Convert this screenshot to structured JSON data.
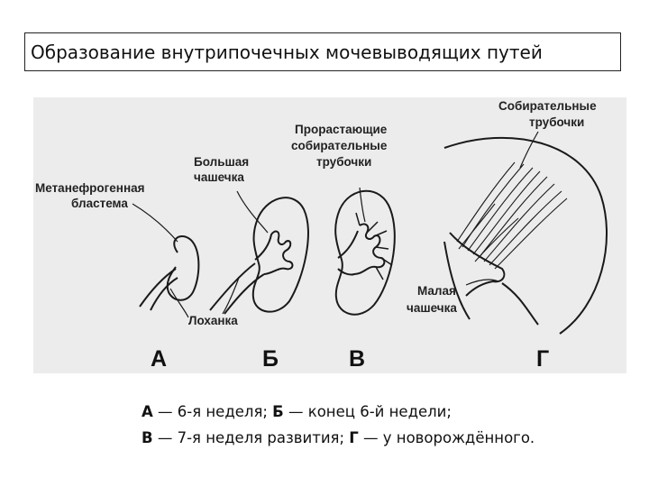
{
  "title": "Образование внутрипочечных мочевыводящих путей",
  "labels": {
    "metanephrogenic_1": "Метанефрогенная",
    "metanephrogenic_2": "бластема",
    "major_calyx_1": "Большая",
    "major_calyx_2": "чашечка",
    "sprouting_1": "Прорастающие",
    "sprouting_2": "собирательные",
    "sprouting_3": "трубочки",
    "collecting_1": "Собирательные",
    "collecting_2": "трубочки",
    "minor_calyx_1": "Малая",
    "minor_calyx_2": "чашечка",
    "pelvis": "Лоханка"
  },
  "stages": [
    "А",
    "Б",
    "В",
    "Г"
  ],
  "caption": {
    "line1": [
      {
        "key": "А",
        "text": " — 6‑я неделя; "
      },
      {
        "key": "Б",
        "text": " — конец 6‑й недели;"
      }
    ],
    "line2": [
      {
        "key": "В",
        "text": " — 7‑я неделя развития; "
      },
      {
        "key": "Г",
        "text": " — у новорождённого."
      }
    ]
  }
}
